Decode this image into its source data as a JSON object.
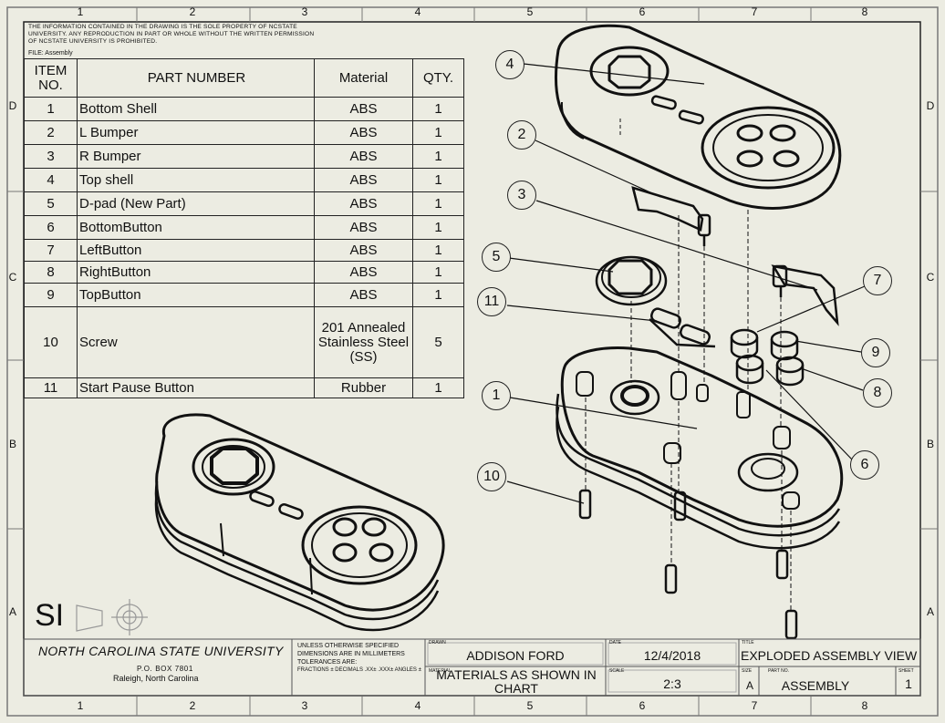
{
  "sheet": {
    "column_labels": [
      "1",
      "2",
      "3",
      "4",
      "5",
      "6",
      "7",
      "8"
    ],
    "row_labels": [
      "D",
      "C",
      "B",
      "A"
    ],
    "notice": "THE INFORMATION CONTAINED IN THE DRAWING IS THE SOLE PROPERTY OF NCSTATE UNIVERSITY. ANY REPRODUCTION IN PART OR WHOLE WITHOUT THE WRITTEN PERMISSION OF NCSTATE UNIVERSITY IS PROHIBITED.",
    "file_label": "FILE: Assembly",
    "units_mark": "SI"
  },
  "bom": {
    "headers": {
      "item": "ITEM NO.",
      "part": "PART NUMBER",
      "material": "Material",
      "qty": "QTY."
    },
    "rows": [
      {
        "item": "1",
        "part": "Bottom Shell",
        "material": "ABS",
        "qty": "1"
      },
      {
        "item": "2",
        "part": "L Bumper",
        "material": "ABS",
        "qty": "1"
      },
      {
        "item": "3",
        "part": "R Bumper",
        "material": "ABS",
        "qty": "1"
      },
      {
        "item": "4",
        "part": "Top shell",
        "material": "ABS",
        "qty": "1"
      },
      {
        "item": "5",
        "part": "D-pad (New Part)",
        "material": "ABS",
        "qty": "1"
      },
      {
        "item": "6",
        "part": "BottomButton",
        "material": "ABS",
        "qty": "1"
      },
      {
        "item": "7",
        "part": "LeftButton",
        "material": "ABS",
        "qty": "1"
      },
      {
        "item": "8",
        "part": "RightButton",
        "material": "ABS",
        "qty": "1"
      },
      {
        "item": "9",
        "part": "TopButton",
        "material": "ABS",
        "qty": "1"
      },
      {
        "item": "10",
        "part": "Screw",
        "material": "201 Annealed Stainless Steel (SS)",
        "qty": "5"
      },
      {
        "item": "11",
        "part": "Start Pause Button",
        "material": "Rubber",
        "qty": "1"
      }
    ]
  },
  "callouts": [
    "4",
    "2",
    "3",
    "5",
    "11",
    "7",
    "9",
    "8",
    "1",
    "6",
    "10"
  ],
  "title_block": {
    "university": "NORTH CAROLINA STATE UNIVERSITY",
    "address_line1": "P.O. BOX 7801",
    "address_line2": "Raleigh, North Carolina",
    "tolerance_note": "UNLESS OTHERWISE SPECIFIED DIMENSIONS ARE IN MILLIMETERS TOLERANCES ARE:",
    "tolerance_values": "FRACTIONS ± DECIMALS .XX± .XXX± ANGLES ±",
    "drawn_label": "DRAWN",
    "drawn_by": "ADDISON FORD",
    "material_label": "MATERIAL",
    "material": "MATERIALS AS SHOWN IN CHART",
    "date_label": "DATE",
    "date": "12/4/2018",
    "scale_label": "SCALE",
    "scale": "2:3",
    "title_label": "TITLE",
    "title": "EXPLODED ASSEMBLY VIEW",
    "size_label": "SIZE",
    "size": "A",
    "part_no_label": "PART NO.",
    "part_no": "ASSEMBLY",
    "sheet_label": "SHEET",
    "sheet_no": "1"
  }
}
